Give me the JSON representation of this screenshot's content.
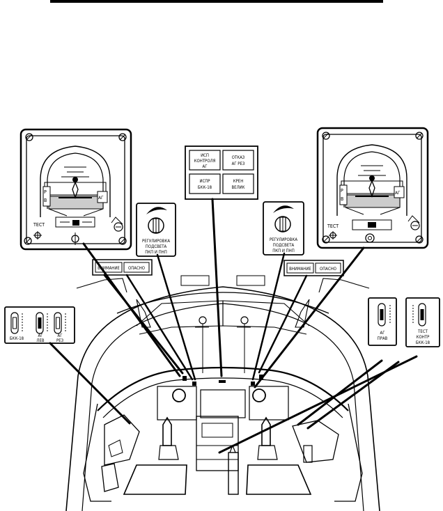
{
  "left_indicator": {
    "test_label": "ТЕСТ",
    "p_label": "Р",
    "b_label": "В",
    "ag_label": "АГ"
  },
  "right_indicator": {
    "test_label": "ТЕСТ",
    "p_label": "Р",
    "b_label": "В",
    "ag_label": "АГ"
  },
  "left_dimmer": {
    "line1": "РЕГУЛИРОВКА",
    "line2": "ПОДСВЕТА",
    "line3": "ПКП И ПНП"
  },
  "right_dimmer": {
    "line1": "РЕГУЛИРОВКА",
    "line2": "ПОДСВЕТА",
    "line3": "ПКП И ПНП"
  },
  "annunciator": {
    "cells": [
      {
        "line1": "ИСП",
        "line2": "КОНТРОЛЯ",
        "line3": "АГ"
      },
      {
        "line1": "ОТКАЗ",
        "line2": "АГ РЕЗ",
        "line3": ""
      },
      {
        "line1": "ИСПР",
        "line2": "БКК-18",
        "line3": ""
      },
      {
        "line1": "КРЕН",
        "line2": "ВЕЛИК",
        "line3": ""
      }
    ]
  },
  "left_warning": {
    "attention": "ВНИМАНИЕ",
    "danger": "ОПАСНО"
  },
  "right_warning": {
    "attention": "ВНИМАНИЕ",
    "danger": "ОПАСНО"
  },
  "left_switch_panel": {
    "sw1": "БКК-18",
    "sw2_l1": "АГ",
    "sw2_l2": "ЛЕВ",
    "sw3_l1": "АГ",
    "sw3_l2": "РЕЗ"
  },
  "right_switch_ag": {
    "line1": "АГ",
    "line2": "ПРАВ"
  },
  "right_switch_test": {
    "line1": "ТЕСТ",
    "line2": "КОНТР",
    "line3": "БКК-18"
  }
}
